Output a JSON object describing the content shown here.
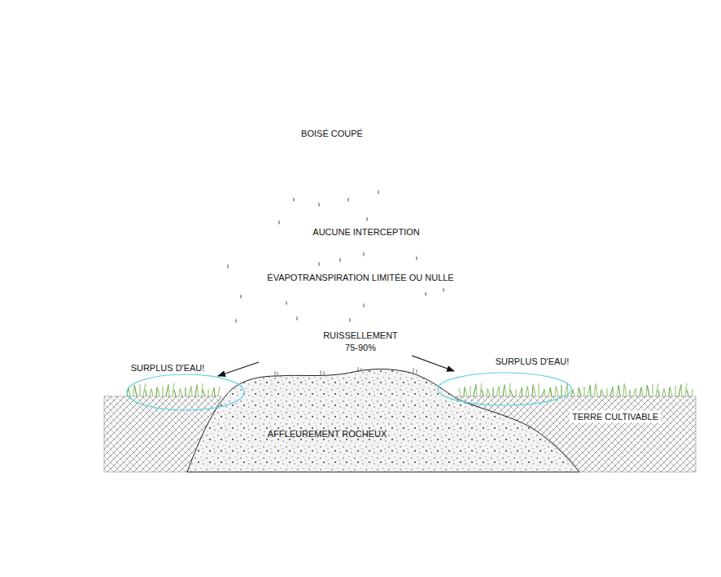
{
  "diagram": {
    "labels": [
      "BOISÉ COUPÉ",
      "AUCUNE INTERCEPTION",
      "ÉVAPOTRANSPIRATION LIMITÉE OU NULLE",
      "RUISSELLEMENT",
      "75-90%",
      "SURPLUS D'EAU!",
      "SURPLUS D'EAU!",
      "AFFLEUREMENT ROCHEUX",
      "TERRE CULTIVABLE"
    ]
  }
}
